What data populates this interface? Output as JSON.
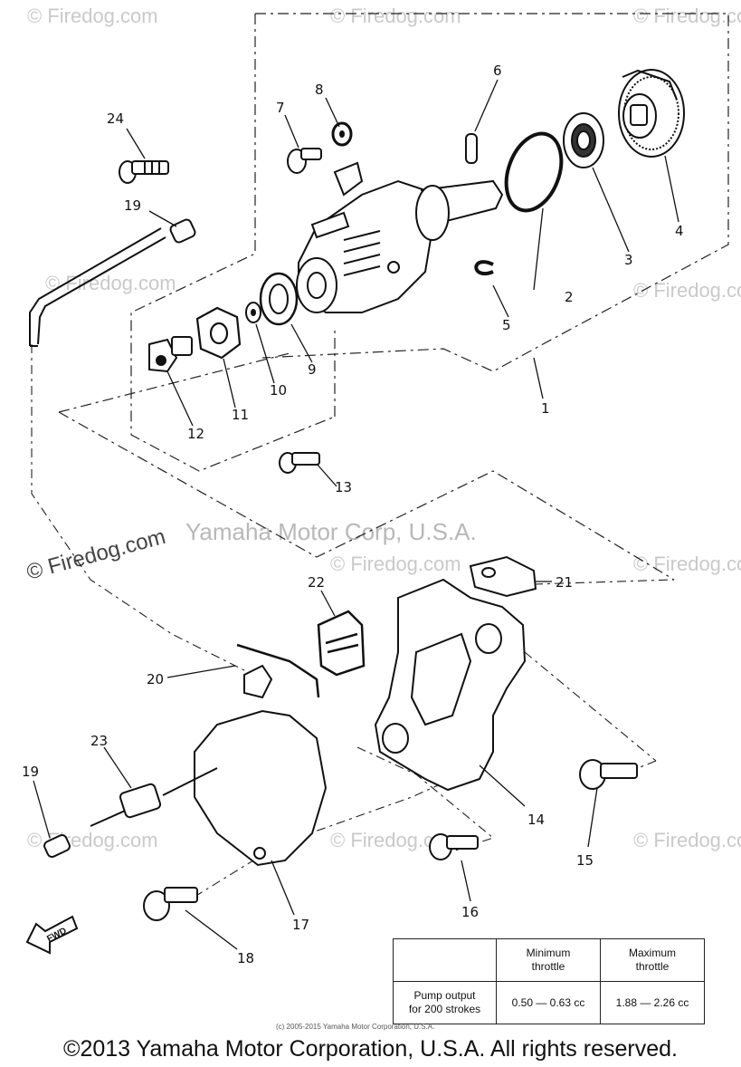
{
  "callouts": {
    "c1": "1",
    "c2": "2",
    "c3": "3",
    "c4": "4",
    "c5": "5",
    "c6": "6",
    "c7": "7",
    "c8": "8",
    "c9": "9",
    "c10": "10",
    "c11": "11",
    "c12": "12",
    "c13": "13",
    "c14": "14",
    "c15": "15",
    "c16": "16",
    "c17": "17",
    "c18": "18",
    "c19a": "19",
    "c19b": "19",
    "c20": "20",
    "c21": "21",
    "c22": "22",
    "c23": "23",
    "c24": "24"
  },
  "watermarks": {
    "firedog_main": "© Firedog.com",
    "firedog_small": "© Firedog.com",
    "firedog_corner": "© Firedog.com",
    "yamaha": "Yamaha Motor Corp, U.S.A."
  },
  "fwd_label": "FWD",
  "spec_table": {
    "col_min_line1": "Minimum",
    "col_min_line2": "throttle",
    "col_max_line1": "Maximum",
    "col_max_line2": "throttle",
    "row_label_line1": "Pump output",
    "row_label_line2": "for 200 strokes",
    "min_value": "0.50 — 0.63 cc",
    "max_value": "1.88 — 2.26 cc"
  },
  "small_copyright": "(c) 2005-2015 Yamaha Motor Corporation, U.S.A.",
  "footer": "©2013 Yamaha Motor Corporation, U.S.A. All rights reserved.",
  "colors": {
    "line": "#111111",
    "watermark": "#c8c8c8",
    "background": "#ffffff"
  }
}
